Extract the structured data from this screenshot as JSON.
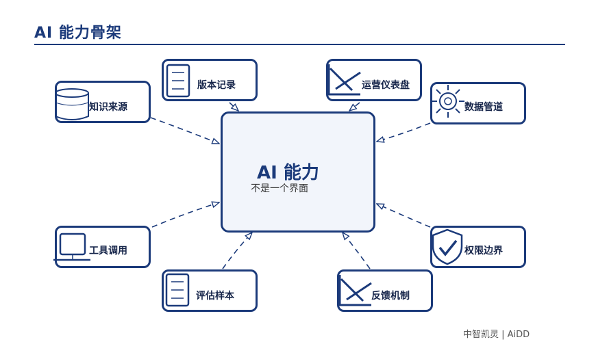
{
  "title": "AI 能力骨架",
  "center": {
    "title": "AI 能力",
    "subtitle": "不是一个界面"
  },
  "nodes": [
    {
      "id": "knowledge",
      "label": "知识来源",
      "icon": "database-icon"
    },
    {
      "id": "version",
      "label": "版本记录",
      "icon": "document-icon"
    },
    {
      "id": "ops",
      "label": "运营仪表盘",
      "icon": "chart-icon"
    },
    {
      "id": "pipeline",
      "label": "数据管道",
      "icon": "sun-icon"
    },
    {
      "id": "tools",
      "label": "工具调用",
      "icon": "laptop-icon"
    },
    {
      "id": "eval",
      "label": "评估样本",
      "icon": "document-icon"
    },
    {
      "id": "feedback",
      "label": "反馈机制",
      "icon": "chart-icon"
    },
    {
      "id": "permission",
      "label": "权限边界",
      "icon": "shield-check-icon"
    }
  ],
  "footer": "中智凯灵 | AiDD",
  "colors": {
    "primary": "#1b3a7a",
    "center_fill": "#f2f5fb"
  }
}
